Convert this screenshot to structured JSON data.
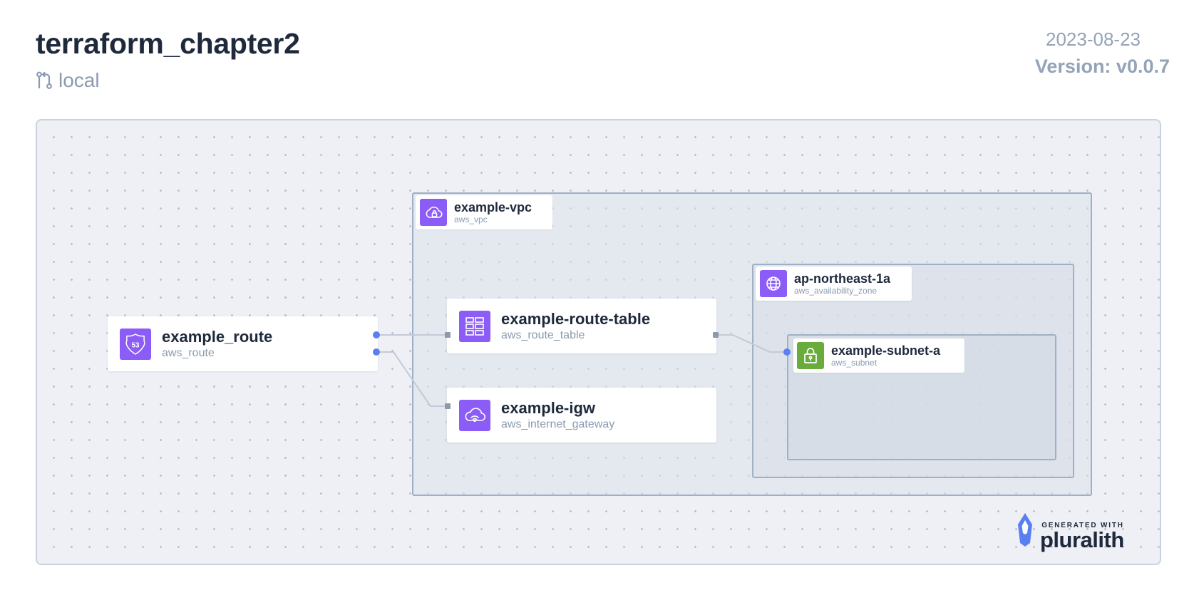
{
  "header": {
    "title": "terraform_chapter2",
    "branch": "local",
    "date": "2023-08-23",
    "version": "Version: v0.0.7"
  },
  "icons": {
    "branch": "git-branch-icon",
    "vpc": "vpc-cloud-lock-icon",
    "az": "globe-icon",
    "subnet": "lock-icon",
    "route": "route53-shield-icon",
    "route_table": "route-table-grid-icon",
    "igw": "internet-gateway-cloud-icon"
  },
  "colors": {
    "accent": "#8b5cf6",
    "subnet": "#6aac3b",
    "connector": "#5b7ff0"
  },
  "groups": {
    "vpc": {
      "name": "example-vpc",
      "type": "aws_vpc"
    },
    "az": {
      "name": "ap-northeast-1a",
      "type": "aws_availability_zone"
    },
    "subnet": {
      "name": "example-subnet-a",
      "type": "aws_subnet"
    }
  },
  "nodes": {
    "route": {
      "name": "example_route",
      "type": "aws_route",
      "badge": "53"
    },
    "route_table": {
      "name": "example-route-table",
      "type": "aws_route_table"
    },
    "igw": {
      "name": "example-igw",
      "type": "aws_internet_gateway"
    }
  },
  "edges": [
    {
      "from": "example_route",
      "to": "example-route-table"
    },
    {
      "from": "example_route",
      "to": "example-igw"
    },
    {
      "from": "example-route-table",
      "to": "example-subnet-a"
    }
  ],
  "brand": {
    "generated_with": "GENERATED WITH",
    "name": "pluralith"
  }
}
